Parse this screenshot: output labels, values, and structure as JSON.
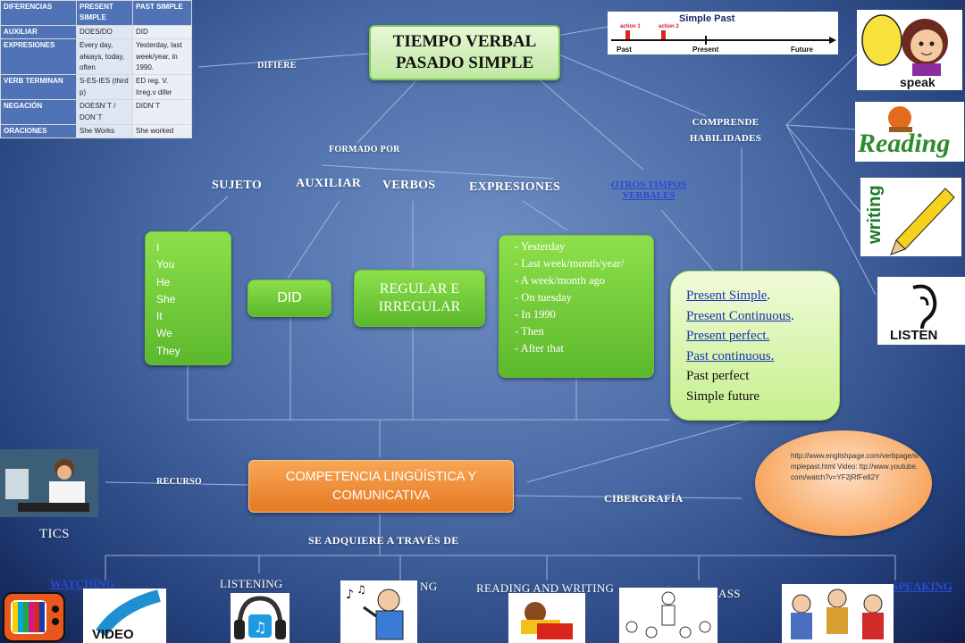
{
  "table": {
    "headers": [
      "DIFERENCIAS",
      "PRESENT SIMPLE",
      "PAST SIMPLE"
    ],
    "rows": [
      {
        "label": "AUXILIAR",
        "present": "DOES/DO",
        "past": "DID"
      },
      {
        "label": "EXPRESIONES",
        "present": "Every day, always, today, often",
        "past": "Yesterday, last week/year, in 1990."
      },
      {
        "label": "VERB TERMINAN",
        "present": "S-ES-IES (third p)",
        "past": "ED reg. V. Irreg.v difer"
      },
      {
        "label": "NEGACIÓN",
        "present": "DOESN´T / DON´T",
        "past": "DIDN´T"
      },
      {
        "label": "ORACIONES",
        "present": "She Works",
        "past": "She worked"
      }
    ]
  },
  "title": "TIEMPO VERBAL PASADO SIMPLE",
  "labels": {
    "difiere": "DIFIERE",
    "formado_por": "FORMADO POR",
    "sujeto": "SUJETO",
    "auxiliar": "AUXILIAR",
    "verbos": "VERBOS",
    "expresiones": "EXPRESIONES",
    "otros_tiempos": "OTROS TIMPOS VERBALES",
    "comprende": "COMPRENDE HABILIDADES",
    "recurso": "RECURSO",
    "tics": "TICS",
    "cibergrafia": "CIBERGRAFÍA",
    "se_adquiere": "SE ADQUIERE A TRAVÉS DE"
  },
  "subjects": [
    "I",
    "You",
    "He",
    "She",
    "It",
    "We",
    "They"
  ],
  "auxiliar_box": "DID",
  "verbos_box": "REGULAR E IRREGULAR",
  "expressions": [
    "- Yesterday",
    "- Last week/month/year/",
    "- A week/month ago",
    "- On tuesday",
    "- In 1990",
    "- Then",
    "- After that"
  ],
  "tenses": [
    {
      "text": "Present Simple",
      "suffix": ".",
      "link": true
    },
    {
      "text": "Present Continuous",
      "suffix": ".",
      "link": true
    },
    {
      "text": "Present perfect.",
      "suffix": "",
      "link": true
    },
    {
      "text": "Past continuous.",
      "suffix": "",
      "link": true
    },
    {
      "text": "Past perfect",
      "suffix": "",
      "link": false
    },
    {
      "text": "Simple future",
      "suffix": "",
      "link": false
    }
  ],
  "competencia": "COMPETENCIA LINGÜÍSTICA Y COMUNICATIVA",
  "cibergrafia_text": "http://www.englishpage.com/verbpage/simplepast.html Video: ttp://www.youtube.com/watch?v=YF2jRfFe82Y",
  "timeline": {
    "title": "Simple Past",
    "action1": "action 1",
    "action2": "action 2",
    "past": "Past",
    "present": "Present",
    "future": "Future"
  },
  "skills": [
    "speak",
    "Reading",
    "writing",
    "LISTEN"
  ],
  "channels": {
    "watching": "WATCHING",
    "listening": "LISTENING",
    "singing_partial": "NG",
    "reading_writing": "READING AND WRITING",
    "class_partial": "ASS",
    "speaking": "SPEAKING",
    "video": "VIDEO"
  },
  "colors": {
    "green": "#6cc23a",
    "orange": "#f0923d",
    "link": "#1a33b8",
    "table_header": "#4f73b6"
  }
}
